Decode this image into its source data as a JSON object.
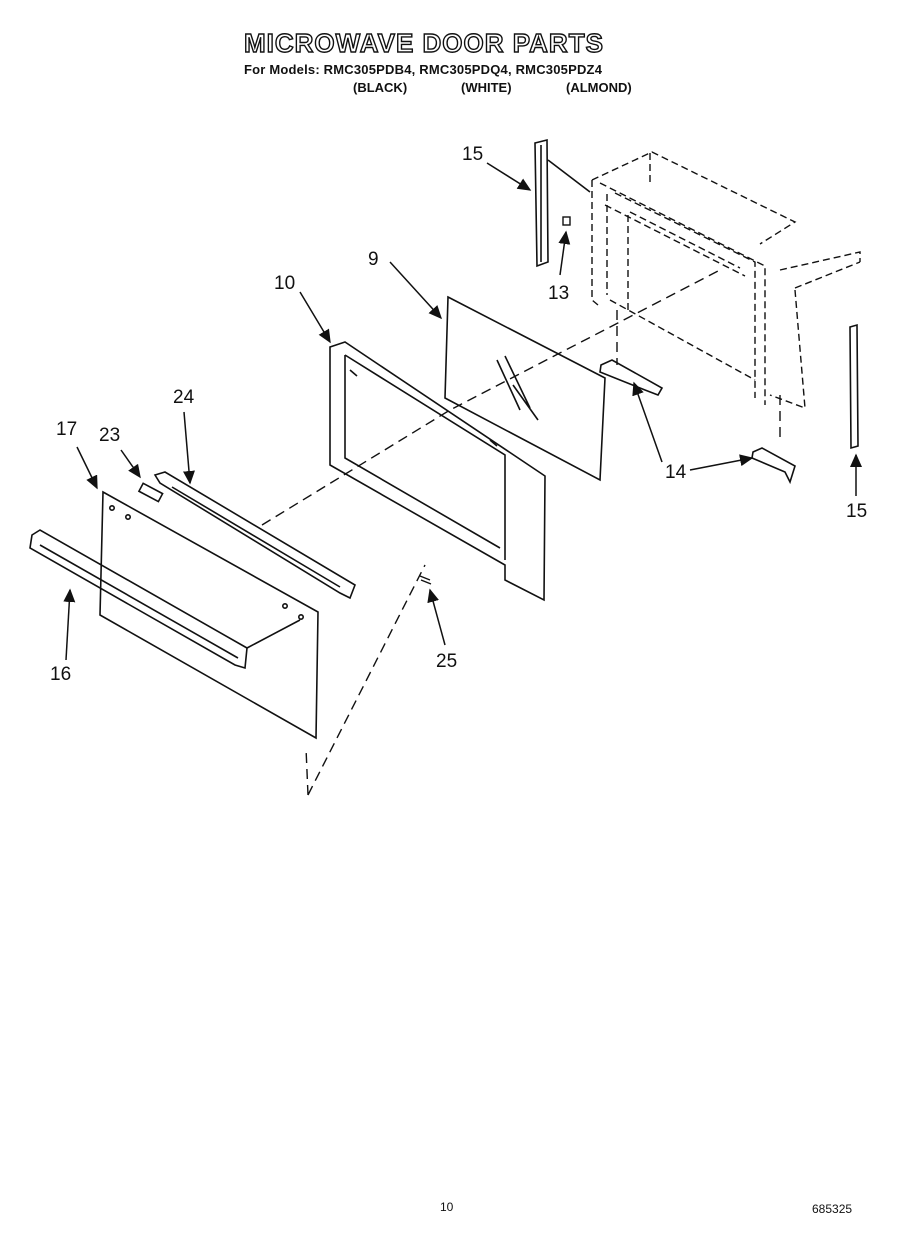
{
  "header": {
    "title": "MICROWAVE DOOR PARTS",
    "models_line": "For Models: RMC305PDB4, RMC305PDQ4, RMC305PDZ4",
    "colors": [
      "(BLACK)",
      "(WHITE)",
      "(ALMOND)"
    ]
  },
  "callouts": {
    "part_15_top": "15",
    "part_13": "13",
    "part_9": "9",
    "part_10": "10",
    "part_24": "24",
    "part_17": "17",
    "part_23": "23",
    "part_14": "14",
    "part_15_bottom": "15",
    "part_16": "16",
    "part_25": "25"
  },
  "footer": {
    "page_number": "10",
    "doc_code": "685325"
  }
}
